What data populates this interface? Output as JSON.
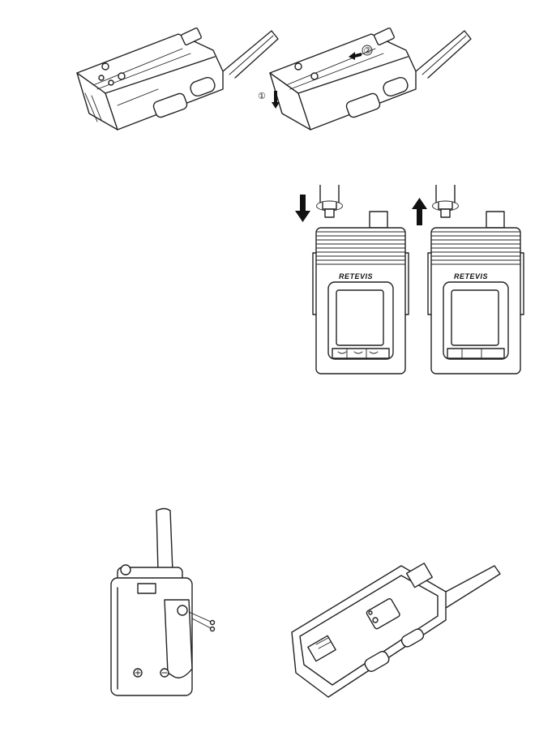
{
  "steps": {
    "step1": "①",
    "step2": "②"
  },
  "radios": {
    "left_brand": "RETEVIS",
    "right_brand": "RETEVIS"
  },
  "icons": {
    "arrow_down": "arrow-down-icon",
    "arrow_up": "arrow-up-icon",
    "rotate": "rotate-icon"
  }
}
